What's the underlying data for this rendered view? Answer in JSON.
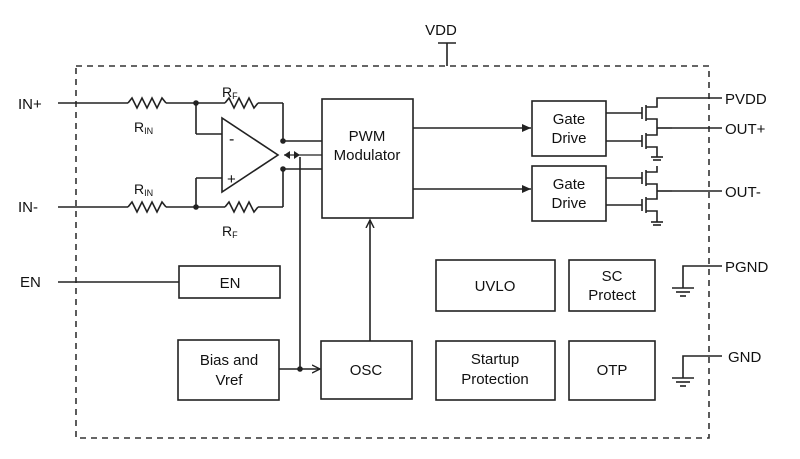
{
  "pins": {
    "vdd": "VDD",
    "in_plus": "IN+",
    "in_minus": "IN-",
    "en": "EN",
    "pvdd": "PVDD",
    "out_plus": "OUT+",
    "out_minus": "OUT-",
    "pgnd": "PGND",
    "gnd": "GND"
  },
  "resistors": {
    "rin_main": "R",
    "rin_sub": "IN",
    "rf_main": "R",
    "rf_sub": "F"
  },
  "opamp": {
    "minus": "-",
    "plus": "+"
  },
  "blocks": {
    "pwm_line1": "PWM",
    "pwm_line2": "Modulator",
    "gate_line1": "Gate",
    "gate_line2": "Drive",
    "en": "EN",
    "bias_line1": "Bias and",
    "bias_line2": "Vref",
    "osc": "OSC",
    "uvlo": "UVLO",
    "sc_line1": "SC",
    "sc_line2": "Protect",
    "startup_line1": "Startup",
    "startup_line2": "Protection",
    "otp": "OTP"
  }
}
